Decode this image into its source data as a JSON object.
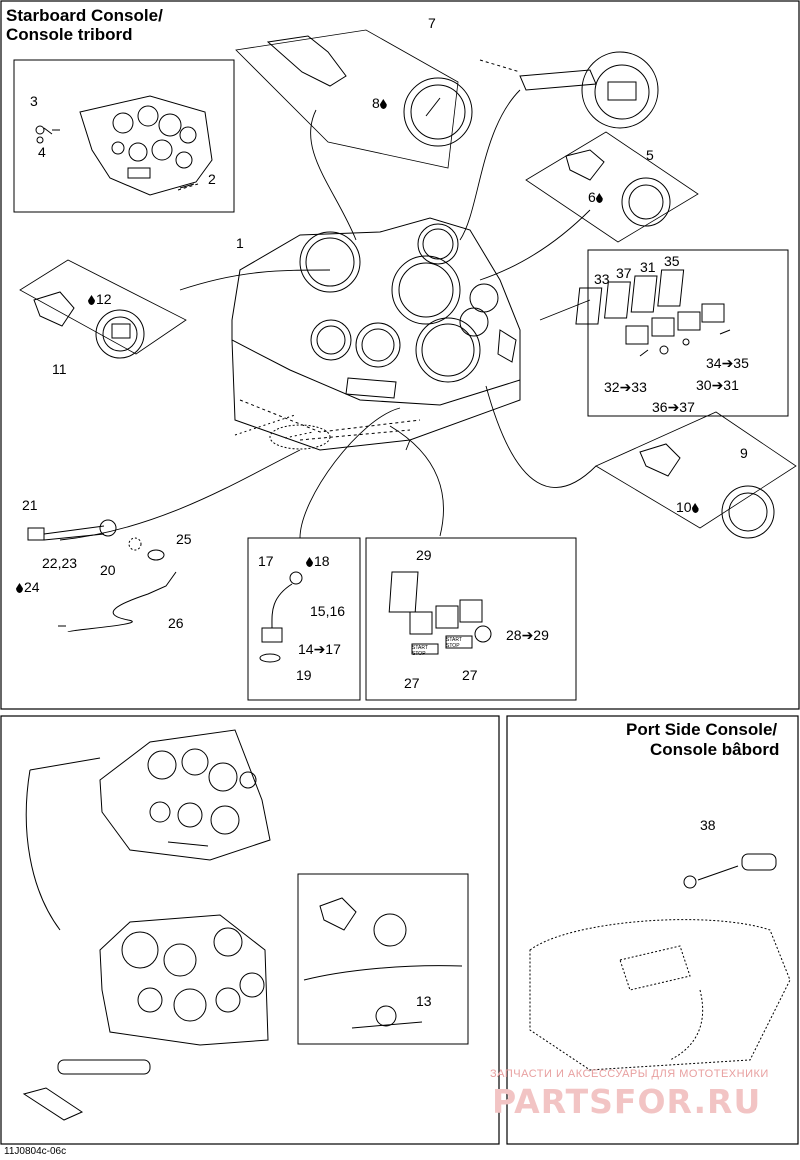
{
  "titles": {
    "starboard": "Starboard Console/",
    "starboard_fr": "Console tribord",
    "port": "Port Side Console/",
    "port_fr": "Console bâbord"
  },
  "labels": {
    "n1": "1",
    "n2": "2",
    "n3": "3",
    "n4": "4",
    "n5": "5",
    "n6": "6",
    "n7": "7",
    "n8": "8",
    "n9": "9",
    "n10": "10",
    "n11": "11",
    "n12": "12",
    "n13": "13",
    "n14_17": "14➔17",
    "n15_16": "15,16",
    "n17": "17",
    "n18": "18",
    "n19": "19",
    "n20": "20",
    "n21": "21",
    "n22_23": "22,23",
    "n24": "24",
    "n25": "25",
    "n26": "26",
    "n27a": "27",
    "n27b": "27",
    "n28_29": "28➔29",
    "n29": "29",
    "n30_31": "30➔31",
    "n31": "31",
    "n32_33": "32➔33",
    "n33": "33",
    "n34_35": "34➔35",
    "n35": "35",
    "n36_37": "36➔37",
    "n37": "37",
    "n38": "38"
  },
  "switch_text": {
    "start_stop_a": "START STOP",
    "start_stop_b": "START STOP"
  },
  "watermark": {
    "line1": "ЗАПЧАСТИ И АКСЕССУАРЫ ДЛЯ МОТОТЕХНИКИ",
    "line2": "PARTSFOR.RU"
  },
  "drawing_code": "11J0804c-06c"
}
